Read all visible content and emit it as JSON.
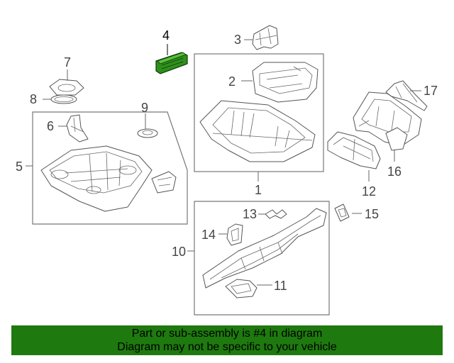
{
  "diagram": {
    "highlight_color": "#1e7a0e",
    "callouts": {
      "c1": "1",
      "c2": "2",
      "c3": "3",
      "c4": "4",
      "c5": "5",
      "c6": "6",
      "c7": "7",
      "c8": "8",
      "c9": "9",
      "c10": "10",
      "c11": "11",
      "c12": "12",
      "c13": "13",
      "c14": "14",
      "c15": "15",
      "c16": "16",
      "c17": "17"
    }
  },
  "banner": {
    "line1": "Part or sub-assembly is #4 in diagram",
    "line2": "Diagram may not be specific to your vehicle",
    "color": "#1e7a0e"
  }
}
